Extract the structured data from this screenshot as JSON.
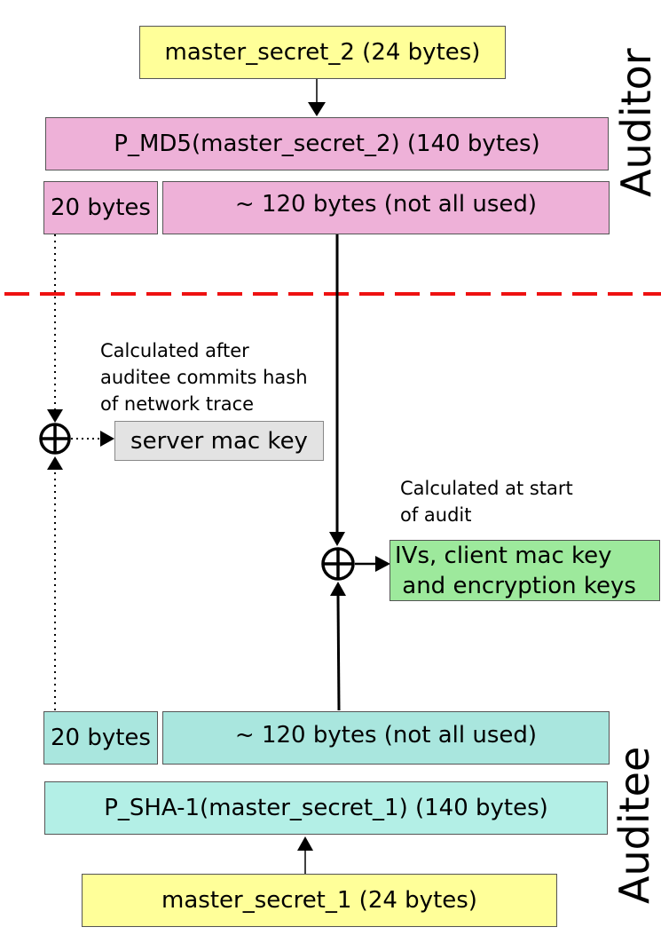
{
  "auditor": {
    "side_label": "Auditor",
    "master_secret": "master_secret_2 (24 bytes)",
    "prf_output": "P_MD5(master_secret_2) (140 bytes)",
    "first_part": "20 bytes",
    "rest_part": "~ 120 bytes (not all used)"
  },
  "auditee": {
    "side_label": "Auditee",
    "master_secret": "master_secret_1 (24 bytes)",
    "prf_output": "P_SHA-1(master_secret_1) (140 bytes)",
    "first_part": "20 bytes",
    "rest_part": "~ 120 bytes (not all used)"
  },
  "server_mac": {
    "note_line1": "Calculated after",
    "note_line2": "auditee commits hash",
    "note_line3": "of network trace",
    "result": "server mac key"
  },
  "client_keys": {
    "note_line1": "Calculated at start",
    "note_line2": "of audit",
    "result_line1": "IVs, client mac key",
    "result_line2": " and encryption keys"
  },
  "colors": {
    "master_secret": "#ffff99",
    "auditor_prf": "#eeb1d8",
    "auditee_prf": "#a9e6de",
    "server_mac": "#e3e3e3",
    "client_keys": "#9de99c",
    "divider": "#ee1111"
  },
  "icons": {
    "xor": "circled-plus-icon"
  }
}
